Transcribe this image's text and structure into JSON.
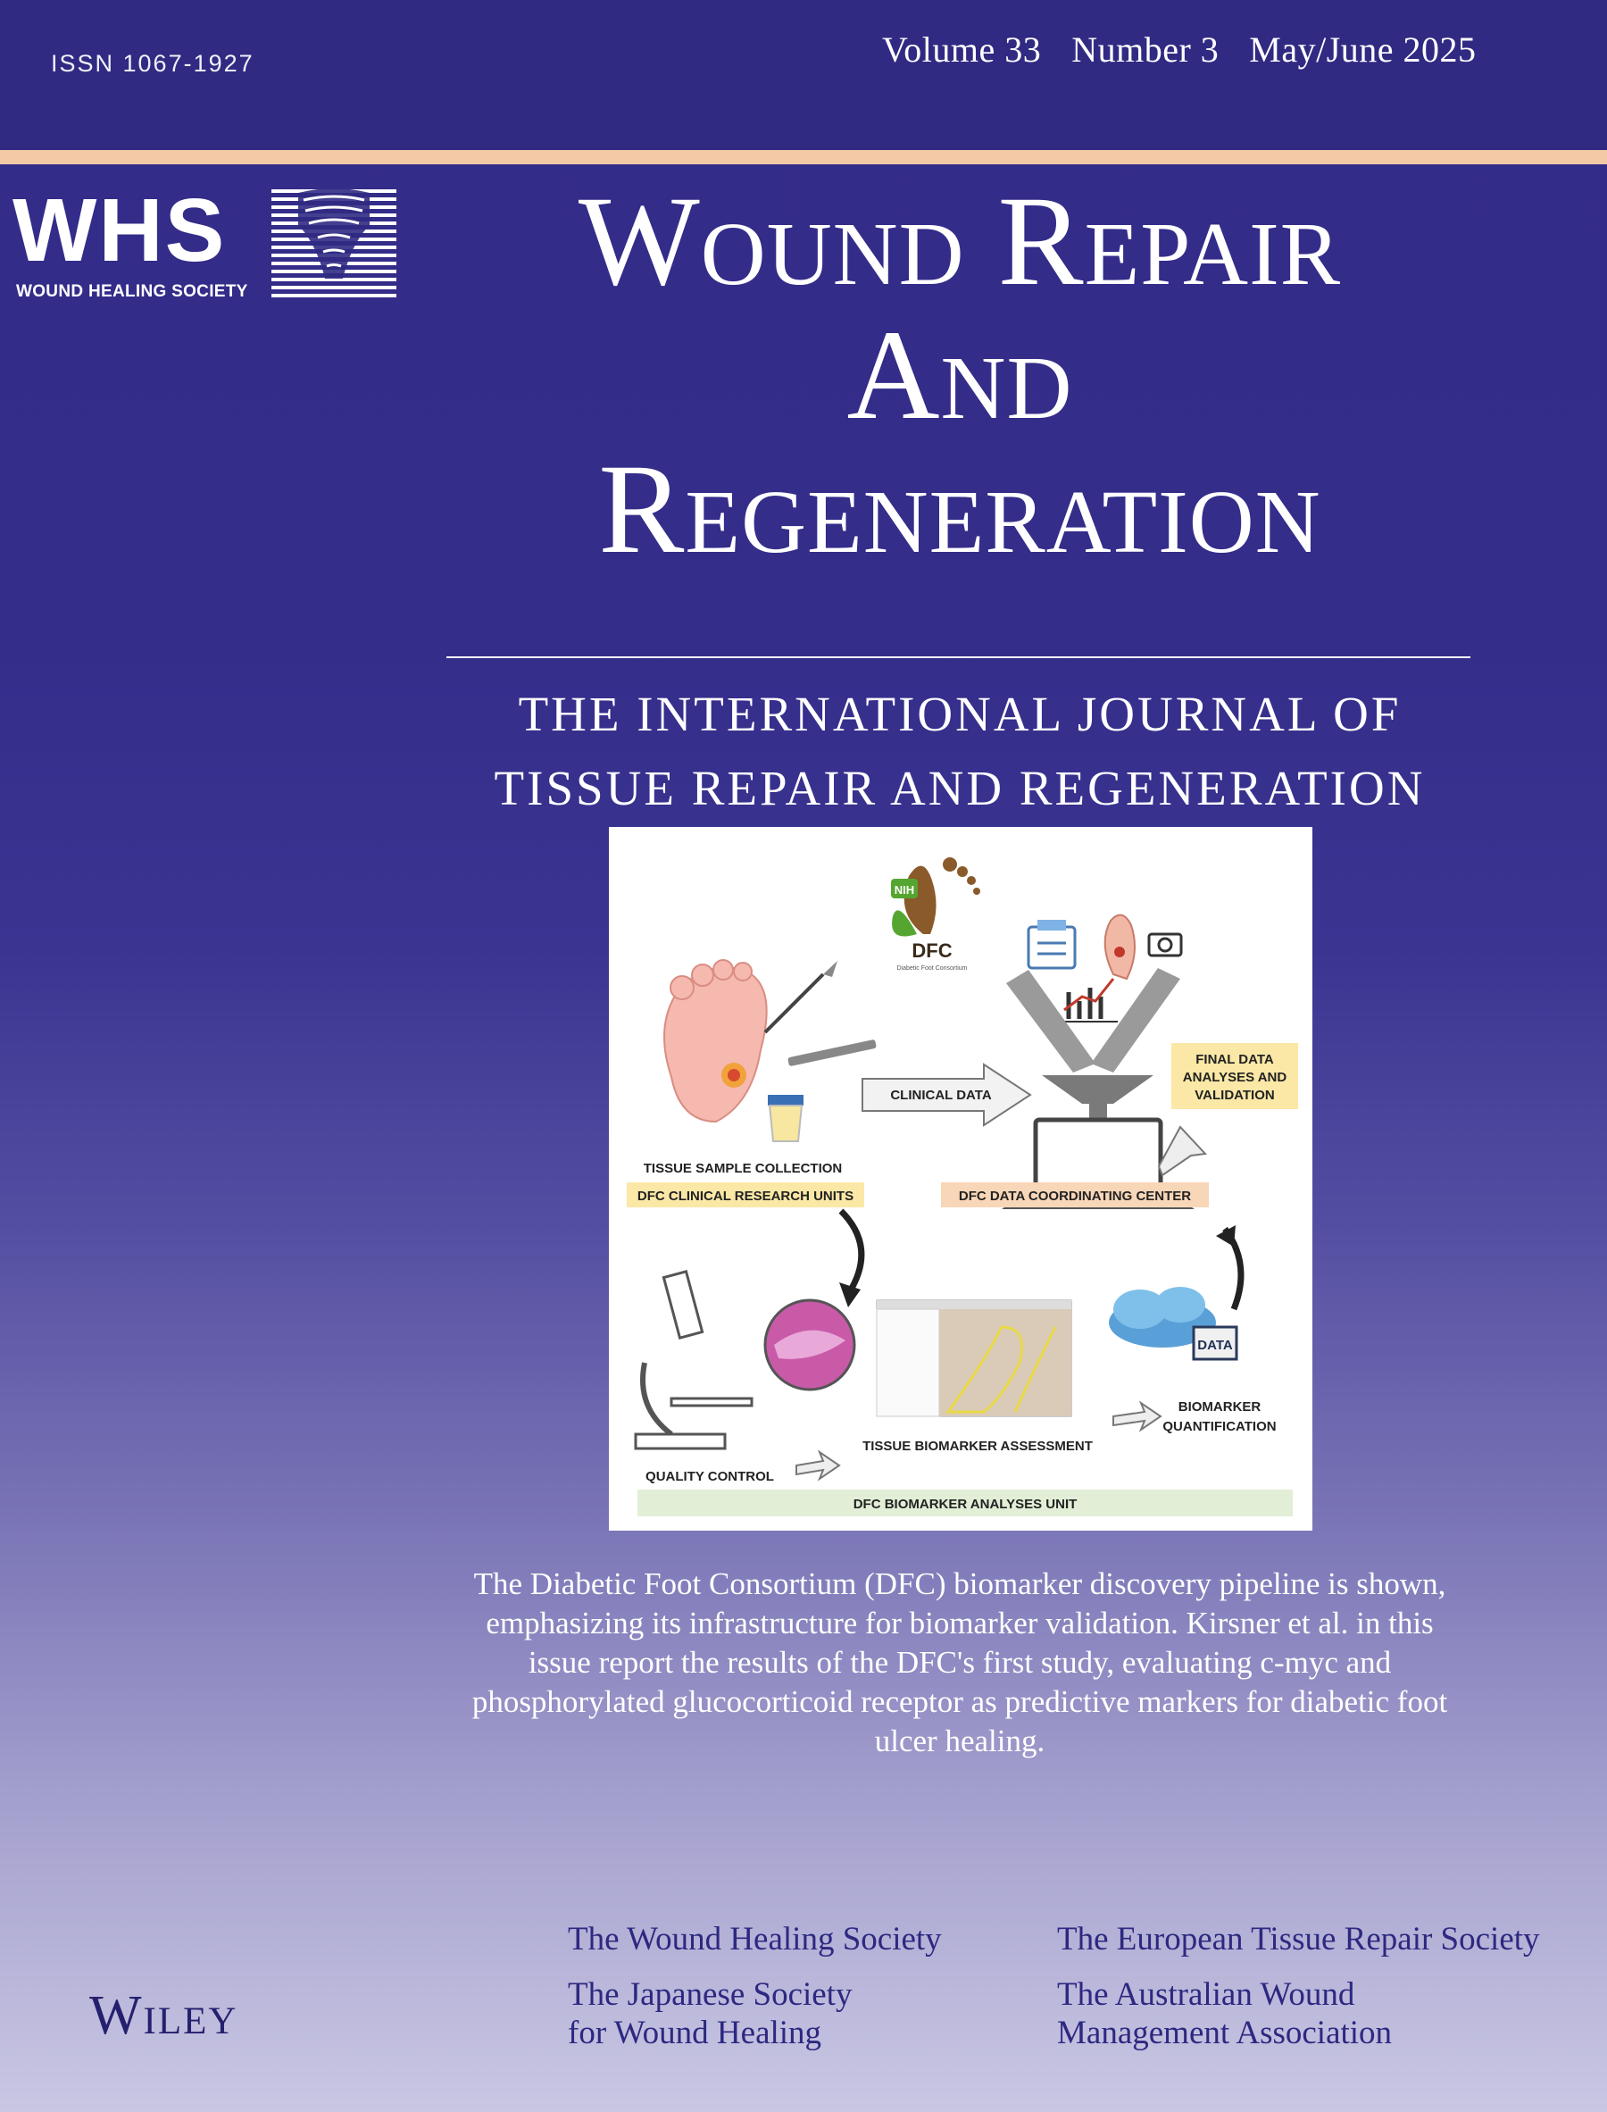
{
  "header": {
    "issn": "ISSN 1067-1927",
    "volume": "Volume 33",
    "number": "Number 3",
    "date": "May/June 2025"
  },
  "logo": {
    "mark": "WHS",
    "subtitle": "WOUND HEALING SOCIETY"
  },
  "journal": {
    "title_lines": [
      "Wound Repair",
      "And",
      "Regeneration"
    ],
    "subtitle_lines": [
      "THE INTERNATIONAL JOURNAL OF",
      "TISSUE REPAIR AND REGENERATION"
    ]
  },
  "figure": {
    "logo_badge": "NIH",
    "logo_name": "DFC",
    "logo_tagline": "Diabetic Foot Consortium",
    "labels": {
      "clinical_data": "CLINICAL DATA",
      "final_data": [
        "FINAL DATA",
        "ANALYSES AND",
        "VALIDATION"
      ],
      "tissue_sample": "TISSUE SAMPLE COLLECTION",
      "clinical_units": "DFC CLINICAL RESEARCH UNITS",
      "coordinating_center": "DFC DATA COORDINATING CENTER",
      "data_icon": "DATA",
      "biomarker_quant": [
        "BIOMARKER",
        "QUANTIFICATION"
      ],
      "tissue_assessment": "TISSUE BIOMARKER ASSESSMENT",
      "quality_control": "QUALITY CONTROL",
      "analyses_unit": "DFC BIOMARKER ANALYSES UNIT"
    }
  },
  "caption": "The Diabetic Foot Consortium (DFC) biomarker discovery pipeline is shown, emphasizing its infrastructure for biomarker validation. Kirsner et al. in this issue report the results of the DFC's first study, evaluating c-myc and phosphorylated glucocorticoid receptor as predictive markers for diabetic foot ulcer healing.",
  "publisher": "Wiley",
  "societies": [
    "The Wound Healing Society",
    "The European Tissue Repair Society",
    "The Japanese Society for Wound Healing",
    "The Australian Wound Management Association"
  ],
  "colors": {
    "background_top": "#332c88",
    "background_bottom": "#c9c7e3",
    "accent_stripe": "#f3c9a6",
    "society_text": "#2d2880"
  }
}
